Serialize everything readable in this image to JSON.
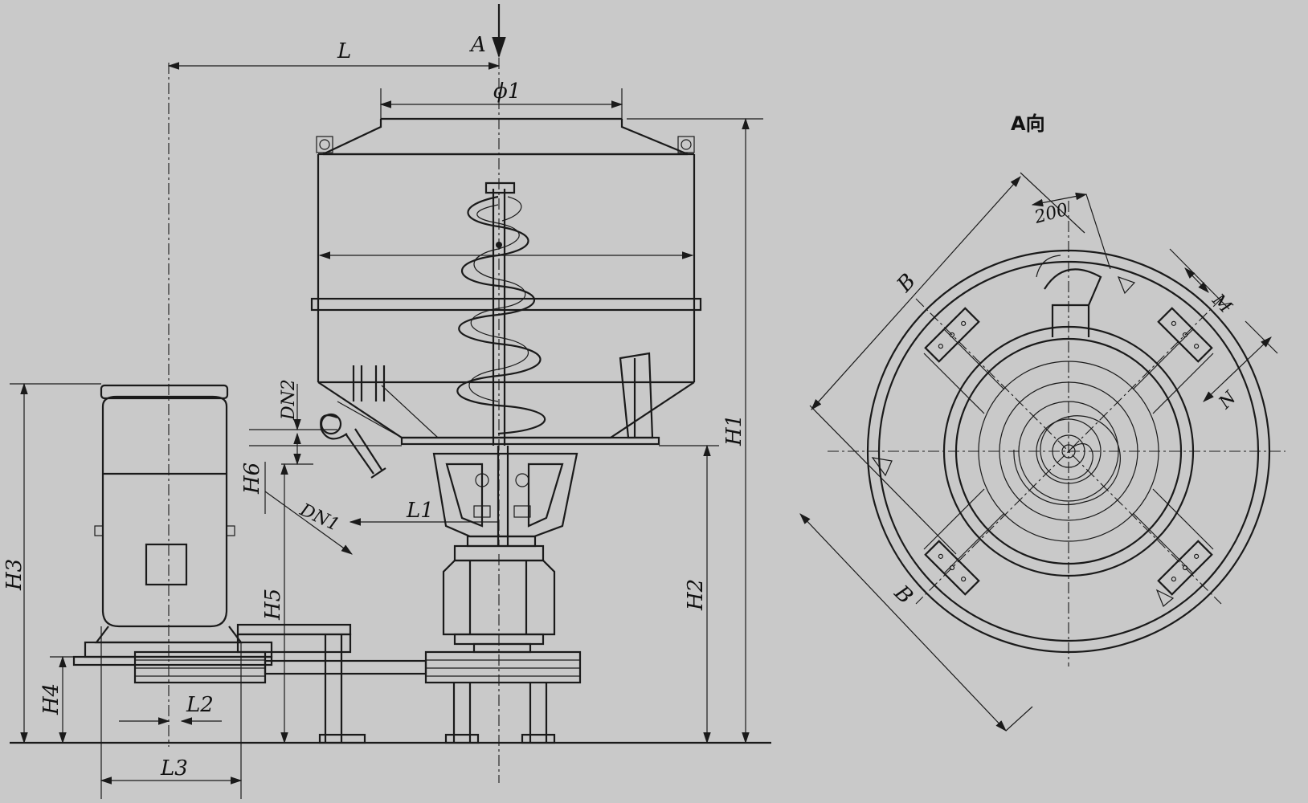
{
  "view_title": "A向",
  "labels": {
    "L": "L",
    "A": "A",
    "phi1": "ϕ1",
    "DN2": "DN2",
    "DN1": "DN1",
    "H1": "H1",
    "H2": "H2",
    "H3": "H3",
    "H4": "H4",
    "H5": "H5",
    "H6": "H6",
    "L1": "L1",
    "L2": "L2",
    "L3": "L3",
    "B_top": "B",
    "B_bottom": "B",
    "M": "M",
    "N": "N",
    "dim_200": "200"
  }
}
